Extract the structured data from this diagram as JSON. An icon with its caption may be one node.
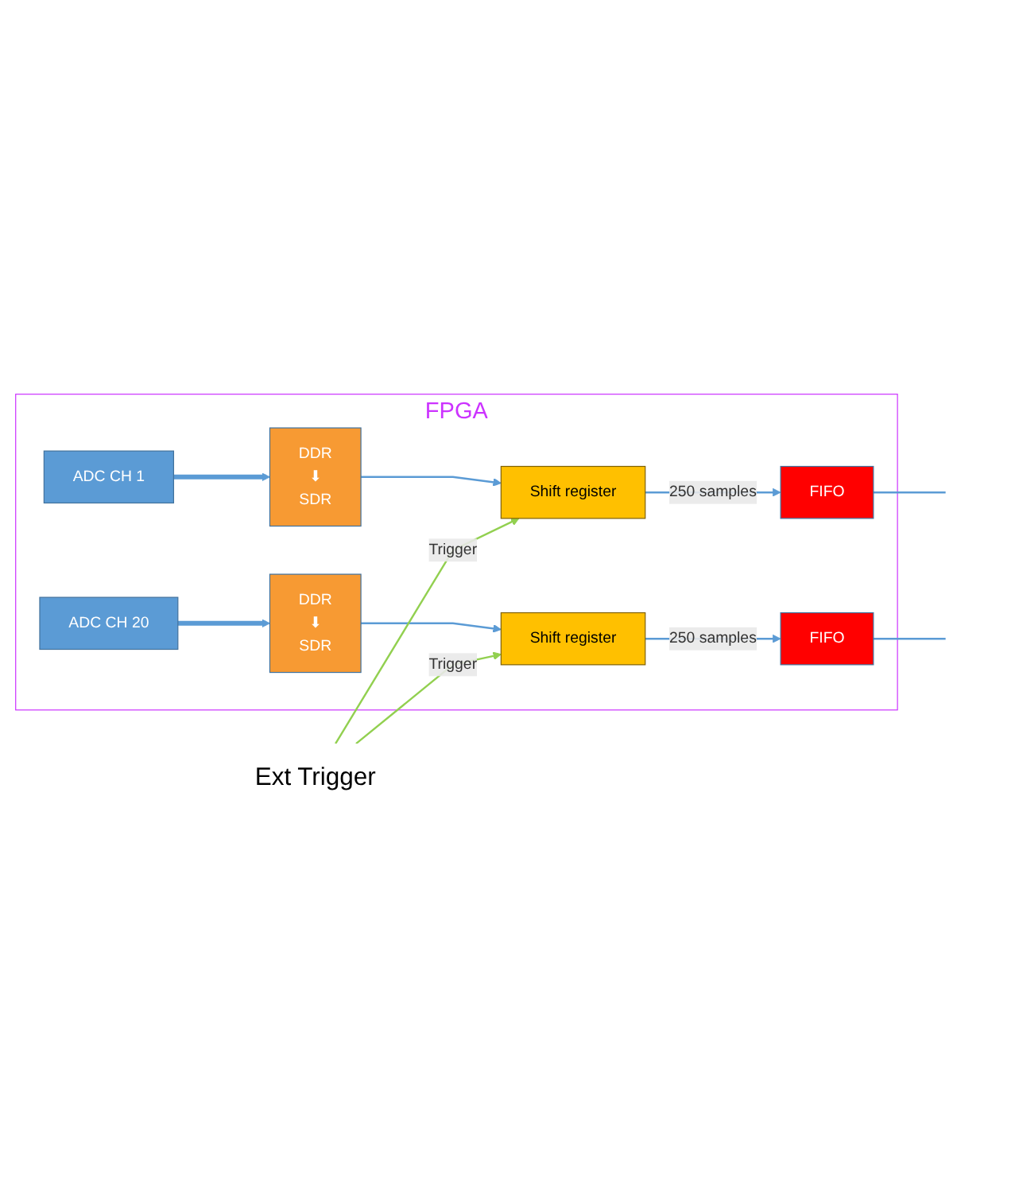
{
  "diagram": {
    "nodes": [
      {
        "text": [
          "FPGA"
        ]
      },
      {
        "text": [
          "ADC CH 1"
        ],
        "in": 0
      },
      {
        "text": [
          "DDR",
          "⬇",
          "SDR"
        ],
        "in": 0
      },
      {
        "text": [
          "Shift register"
        ],
        "in": 0
      },
      {
        "text": [
          "FIFO"
        ],
        "in": 0
      },
      {
        "text": [
          "ADC CH 20"
        ],
        "in": 0
      },
      {
        "text": [
          "DDR",
          "⬇",
          "SDR"
        ],
        "in": 0
      },
      {
        "text": [
          "Shift register"
        ],
        "in": 0
      },
      {
        "text": [
          "FIFO"
        ],
        "in": 0
      },
      {
        "text": [
          "Ext Trigger"
        ]
      }
    ],
    "edges": [
      {
        "from": 1,
        "to": 2,
        "arrow": "to",
        "style": "thick"
      },
      {
        "from": 2,
        "to": 3,
        "arrow": "to"
      },
      {
        "from": 3,
        "to": 4,
        "arrow": "to",
        "label": "250 samples"
      },
      {
        "from": 4,
        "to": null,
        "arrow": "none"
      },
      {
        "from": 5,
        "to": 6,
        "arrow": "to",
        "style": "thick"
      },
      {
        "from": 6,
        "to": 7,
        "arrow": "to"
      },
      {
        "from": 7,
        "to": 8,
        "arrow": "to",
        "label": "250 samples"
      },
      {
        "from": 8,
        "to": null,
        "arrow": "none"
      },
      {
        "from": 9,
        "to": 3,
        "arrow": "to",
        "label": "Trigger",
        "color": "#92d050"
      },
      {
        "from": 9,
        "to": 7,
        "arrow": "to",
        "label": "Trigger",
        "color": "#92d050"
      }
    ]
  }
}
